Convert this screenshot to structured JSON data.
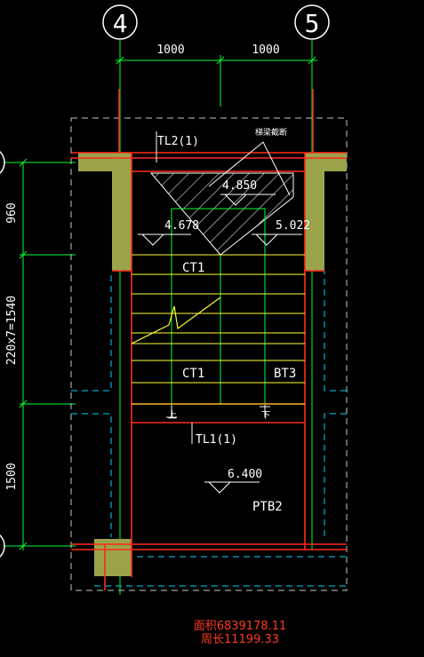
{
  "axes": {
    "left": "4",
    "right": "5"
  },
  "top_dims": [
    "1000",
    "1000"
  ],
  "left_dims": [
    "960",
    "220x7=1540",
    "1500"
  ],
  "labels": {
    "beam_top": "TL2(1)",
    "beam_bottom": "TL1(1)",
    "leader_note": "梯梁截断",
    "stair_upper": "CT1",
    "stair_lower": "CT1",
    "stair_bt": "BT3",
    "platform_slab": "PTB2",
    "arrow_up_mark": "上",
    "arrow_down_mark": "下"
  },
  "elevations": {
    "top_landing": "4.850",
    "left_mid": "4.678",
    "right_mid": "5.022",
    "floor": "6.400"
  },
  "measure": {
    "area": "面积6839178.11",
    "perimeter": "周长11199.33"
  },
  "colors": {
    "axis": "#00ff33",
    "wall": "#ff2a1a",
    "stair": "#ffff33",
    "text": "#ffffff",
    "hatch": "#9aa34a",
    "dashed": "#00d6ff",
    "measure": "#ff3b1f"
  }
}
